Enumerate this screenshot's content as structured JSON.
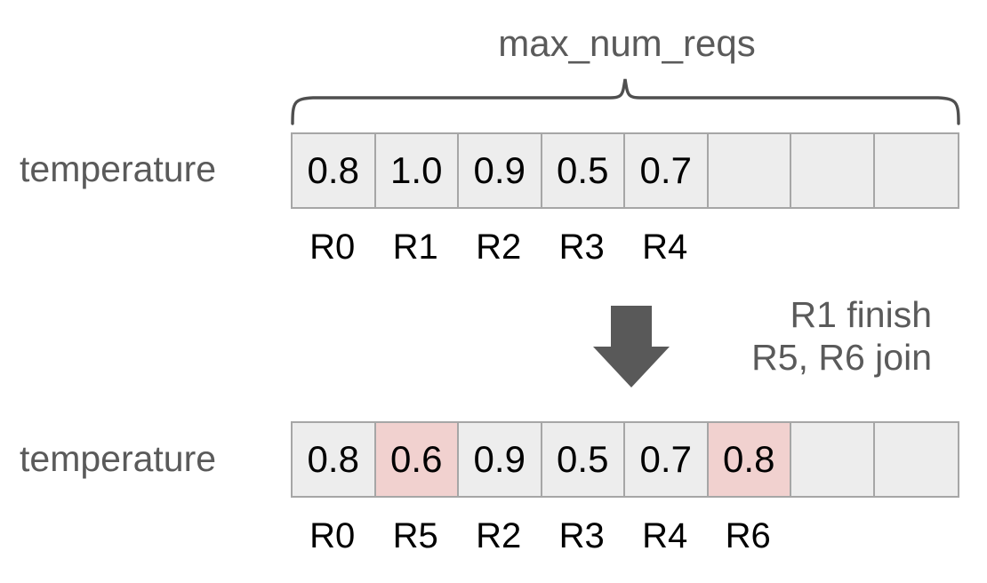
{
  "diagram": {
    "title_caption": "max_num_reqs",
    "colors": {
      "cell_fill": "#ededed",
      "cell_border": "#a6a6a6",
      "highlight_fill": "#f1d1cf",
      "label_gray": "#5a5a5a",
      "value_black": "#000000",
      "arrow_gray": "#595959"
    },
    "brace": {
      "label": "max_num_reqs",
      "spans_cells": 8
    },
    "before": {
      "row_label": "temperature",
      "cells": [
        {
          "value": "0.8",
          "highlight": false,
          "req": "R0"
        },
        {
          "value": "1.0",
          "highlight": false,
          "req": "R1"
        },
        {
          "value": "0.9",
          "highlight": false,
          "req": "R2"
        },
        {
          "value": "0.5",
          "highlight": false,
          "req": "R3"
        },
        {
          "value": "0.7",
          "highlight": false,
          "req": "R4"
        },
        {
          "value": "",
          "highlight": false,
          "req": ""
        },
        {
          "value": "",
          "highlight": false,
          "req": ""
        },
        {
          "value": "",
          "highlight": false,
          "req": ""
        }
      ]
    },
    "transition": {
      "arrow": "down-arrow",
      "lines": [
        "R1 finish",
        "R5, R6 join"
      ]
    },
    "after": {
      "row_label": "temperature",
      "cells": [
        {
          "value": "0.8",
          "highlight": false,
          "req": "R0"
        },
        {
          "value": "0.6",
          "highlight": true,
          "req": "R5"
        },
        {
          "value": "0.9",
          "highlight": false,
          "req": "R2"
        },
        {
          "value": "0.5",
          "highlight": false,
          "req": "R3"
        },
        {
          "value": "0.7",
          "highlight": false,
          "req": "R4"
        },
        {
          "value": "0.8",
          "highlight": true,
          "req": "R6"
        },
        {
          "value": "",
          "highlight": false,
          "req": ""
        },
        {
          "value": "",
          "highlight": false,
          "req": ""
        }
      ]
    }
  }
}
